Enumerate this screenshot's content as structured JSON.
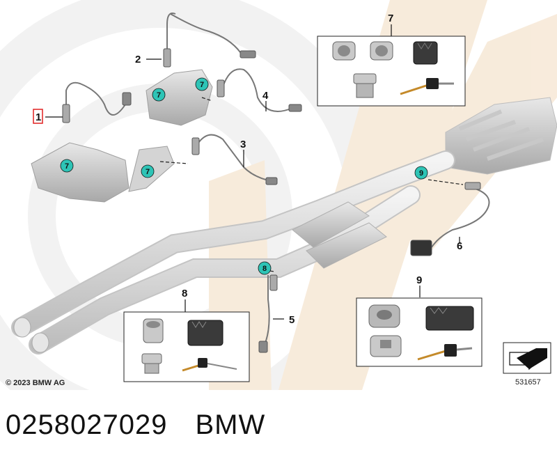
{
  "callouts": {
    "c1": "1",
    "c2": "2",
    "c3": "3",
    "c4": "4",
    "c5": "5",
    "c6": "6",
    "c7": "7",
    "c8": "8",
    "c9": "9"
  },
  "badges": {
    "b7": "7",
    "b8": "8",
    "b9": "9"
  },
  "copyright": "© 2023 BMW AG",
  "diagram_id": "531657",
  "footer": {
    "part_number": "0258027029",
    "brand": "BMW"
  },
  "colors": {
    "badge_fill": "#2ec4b6",
    "highlight_box": "#e02020",
    "part_gray": "#d8d8d8",
    "watermark_beige": "#f6e6d4"
  }
}
